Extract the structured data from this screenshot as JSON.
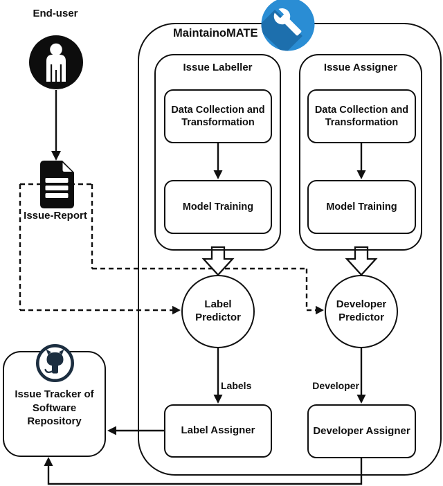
{
  "title": "MaintainoMATE architecture diagram",
  "colors": {
    "ink": "#101010",
    "badge_blue": "#2a8dd4",
    "badge_shadow": "#1d6fad",
    "github_navy": "#1c2e40"
  },
  "nodes": {
    "end_user": "End-user",
    "issue_report": "Issue-Report",
    "issue_tracker": "Issue Tracker of Software Repository",
    "maintainomate": "MaintainoMATE",
    "issue_labeller": "Issue Labeller",
    "issue_assigner": "Issue Assigner",
    "labeller_data_collection": "Data Collection and Transformation",
    "labeller_model_training": "Model Training",
    "assigner_data_collection": "Data Collection and Transformation",
    "assigner_model_training": "Model Training",
    "label_predictor": "Label Predictor",
    "developer_predictor": "Developer Predictor",
    "label_assigner": "Label Assigner",
    "developer_assigner": "Developer Assigner"
  },
  "edge_labels": {
    "labels": "Labels",
    "developer": "Developer"
  },
  "icons": {
    "end_user": "user-icon",
    "issue_report": "document-icon",
    "issue_tracker": "github-octocat-icon",
    "maintainomate": "wrench-icon"
  }
}
